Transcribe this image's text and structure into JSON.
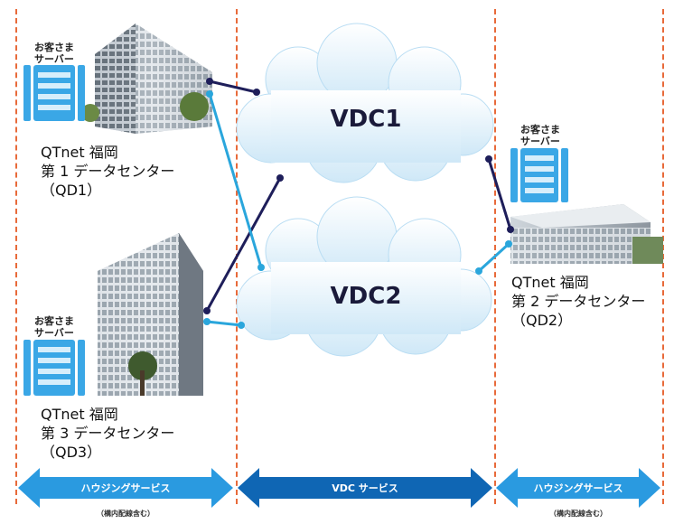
{
  "labels": {
    "server": "お客さま\nサーバー",
    "vdc1": "VDC1",
    "vdc2": "VDC2",
    "dc1": "QTnet 福岡\n第 1 データセンター\n（QD1）",
    "dc2": "QTnet 福岡\n第 2 データセンター\n（QD2）",
    "dc3": "QTnet 福岡\n第 3 データセンター\n（QD3）"
  },
  "services": {
    "housing_left": "ハウジングサービス",
    "housing_left_sub": "（構内配線含む）",
    "vdc": "VDC サービス",
    "housing_right": "ハウジングサービス",
    "housing_right_sub": "（構内配線含む）"
  },
  "colors": {
    "divider": "#e86a3a",
    "dark_line": "#1e1e5a",
    "light_line": "#2aa6dc",
    "housing_arrow": "#2a9ae0",
    "vdc_arrow": "#0f66b4",
    "cloud_top": "#ffffff",
    "cloud_bottom": "#cfe8f7",
    "server_blue": "#3aa7e6"
  }
}
